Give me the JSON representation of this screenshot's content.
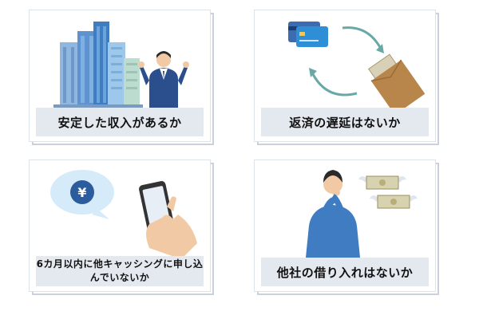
{
  "cards": [
    {
      "label": "安定した収入があるか"
    },
    {
      "label": "返済の遅延はないか"
    },
    {
      "label": "6カ月以内に他キャッシングに申し込んでいないか"
    },
    {
      "label": "他社の借り入れはないか"
    }
  ],
  "icons": {
    "yen_symbol": "¥"
  },
  "colors": {
    "label_bg": "#e4e9ef",
    "frame": "#c9d2dc",
    "accent_blue": "#2b5c9e",
    "arrow_teal": "#6aa8a8"
  }
}
